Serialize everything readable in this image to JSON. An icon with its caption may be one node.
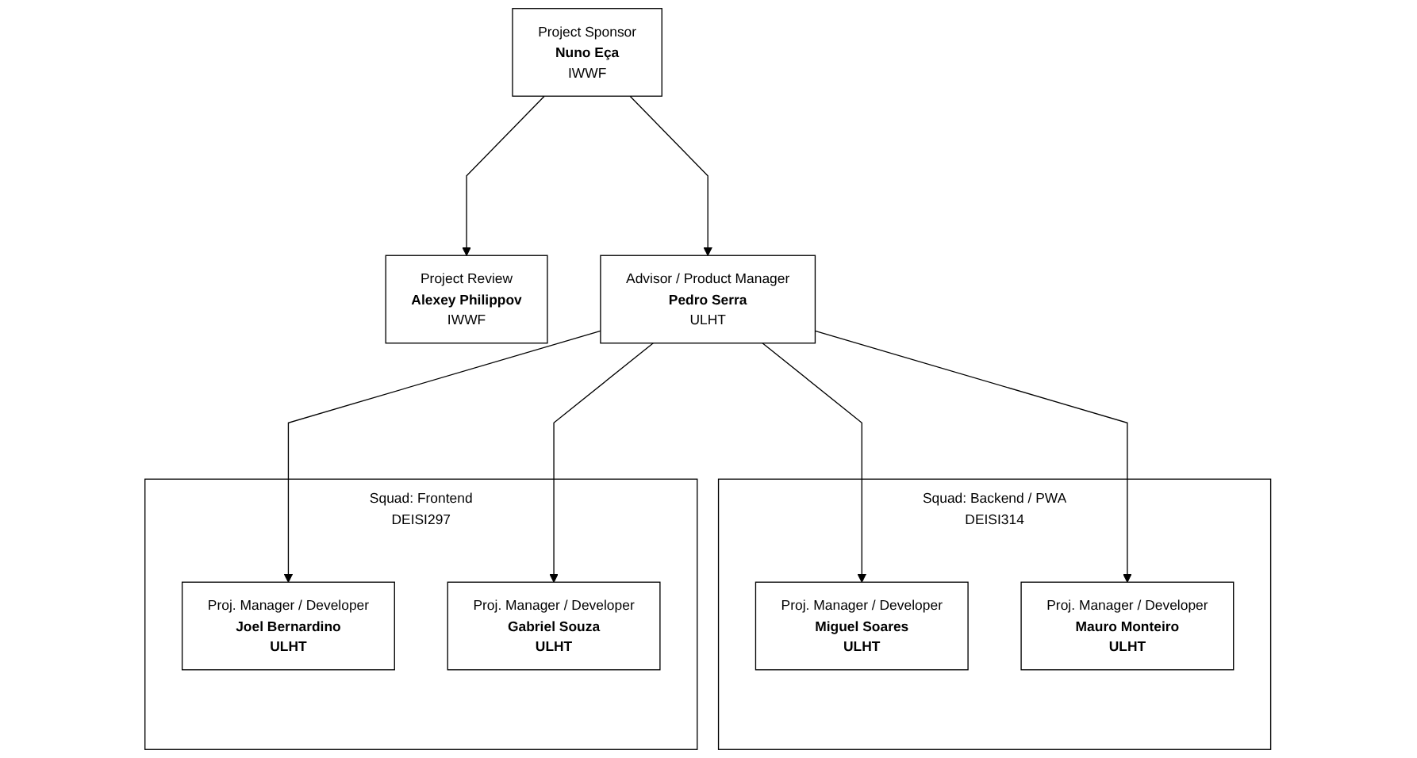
{
  "diagram": {
    "nodes": [
      {
        "text": [
          "Project Sponsor",
          "Nuno Eça",
          "IWWF"
        ]
      },
      {
        "text": [
          "Project Review",
          "Alexey Philippov",
          "IWWF"
        ]
      },
      {
        "text": [
          "Advisor / Product Manager",
          "Pedro Serra",
          "ULHT"
        ]
      },
      {
        "text": [
          "Squad: Backend / PWA",
          "DEISI314"
        ]
      },
      {
        "text": [
          "Proj. Manager / Developer",
          "Miguel Soares",
          "ULHT"
        ],
        "in": 3
      },
      {
        "text": [
          "Proj. Manager / Developer",
          "Mauro Monteiro",
          "ULHT"
        ],
        "in": 3
      },
      {
        "text": [
          "Squad: Frontend",
          "DEISI297"
        ]
      },
      {
        "text": [
          "Proj. Manager / Developer",
          "Joel Bernardino",
          "ULHT"
        ],
        "in": 6
      },
      {
        "text": [
          "Proj. Manager / Developer",
          "Gabriel Souza",
          "ULHT"
        ],
        "in": 6
      }
    ],
    "edges": [
      {
        "from": 0,
        "to": 1,
        "arrow": "to"
      },
      {
        "from": 0,
        "to": 2,
        "arrow": "to"
      },
      {
        "from": 2,
        "to": 4,
        "arrow": "to"
      },
      {
        "from": 2,
        "to": 5,
        "arrow": "to"
      },
      {
        "from": 2,
        "to": 7,
        "arrow": "to"
      },
      {
        "from": 2,
        "to": 8,
        "arrow": "to"
      }
    ]
  }
}
